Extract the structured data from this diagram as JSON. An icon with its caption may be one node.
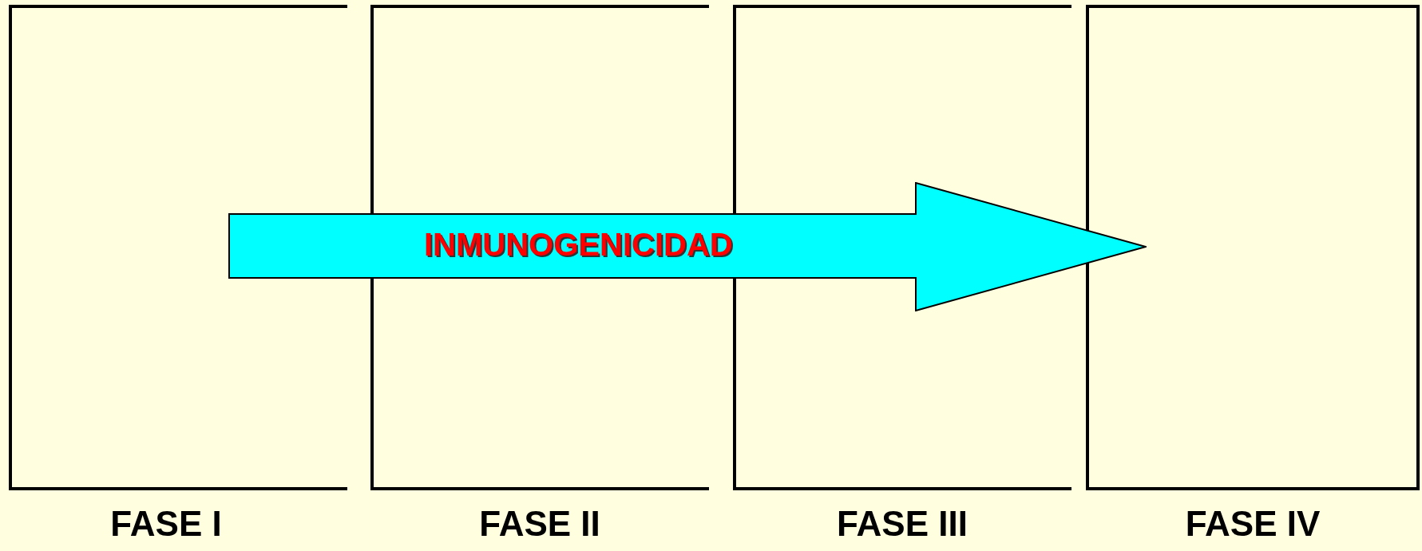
{
  "diagram": {
    "nodes": [
      {
        "text": [
          "FASE I"
        ]
      },
      {
        "text": [
          "FASE II"
        ]
      },
      {
        "text": [
          "FASE III"
        ]
      },
      {
        "text": [
          "FASE IV"
        ]
      },
      {
        "text": [
          "INMUNOGENICIDAD"
        ]
      }
    ]
  }
}
